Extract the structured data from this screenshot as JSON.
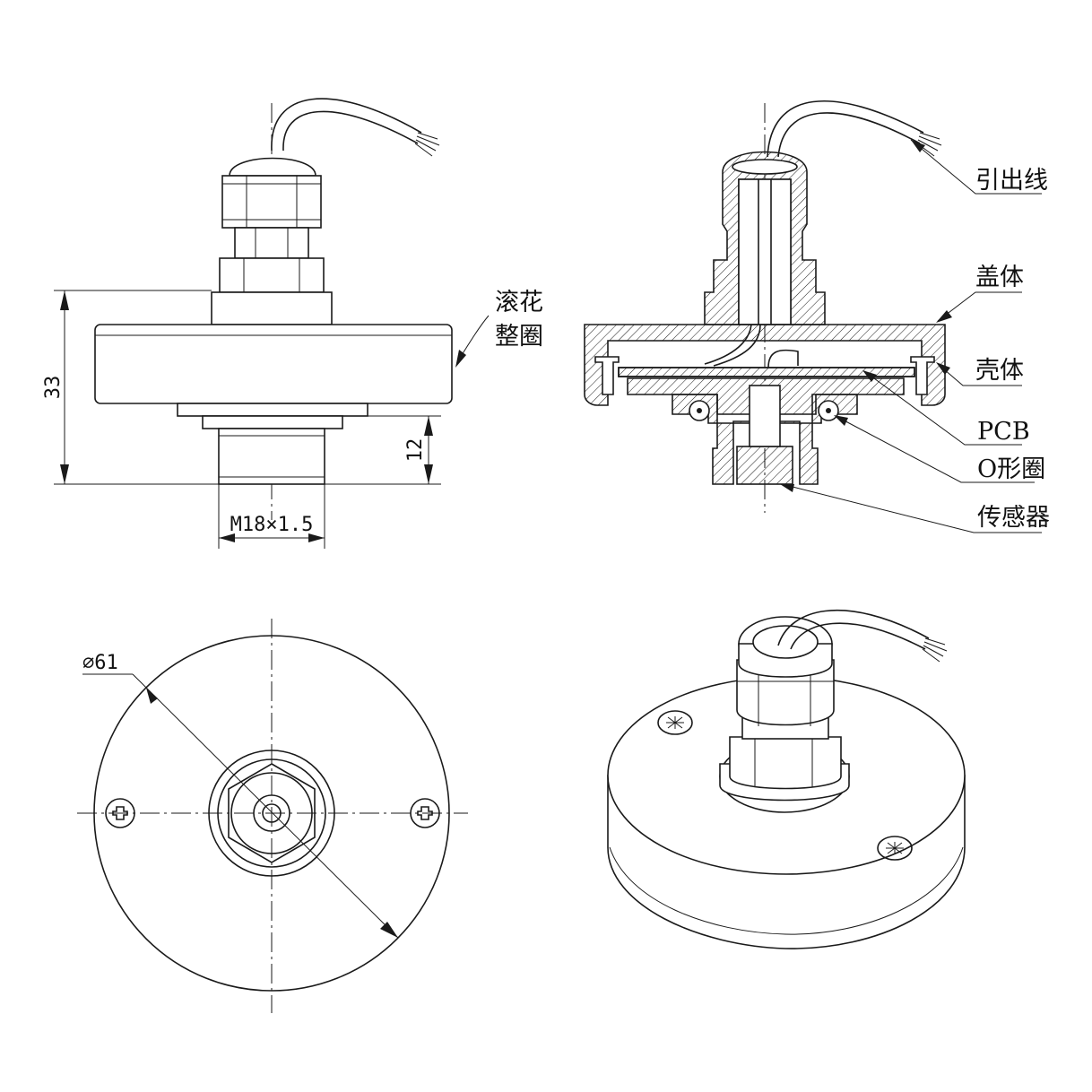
{
  "front_view": {
    "dim_height": "33",
    "dim_thread_len": "12",
    "thread_spec": "M18×1.5",
    "label_knurl_line1": "滚花",
    "label_knurl_line2": "整圈"
  },
  "section_view": {
    "labels": {
      "lead_wire": "引出线",
      "cover": "盖体",
      "shell": "壳体",
      "pcb": "PCB",
      "o_ring": "O形圈",
      "sensor": "传感器"
    }
  },
  "top_view": {
    "dim_diameter": "⌀61"
  }
}
